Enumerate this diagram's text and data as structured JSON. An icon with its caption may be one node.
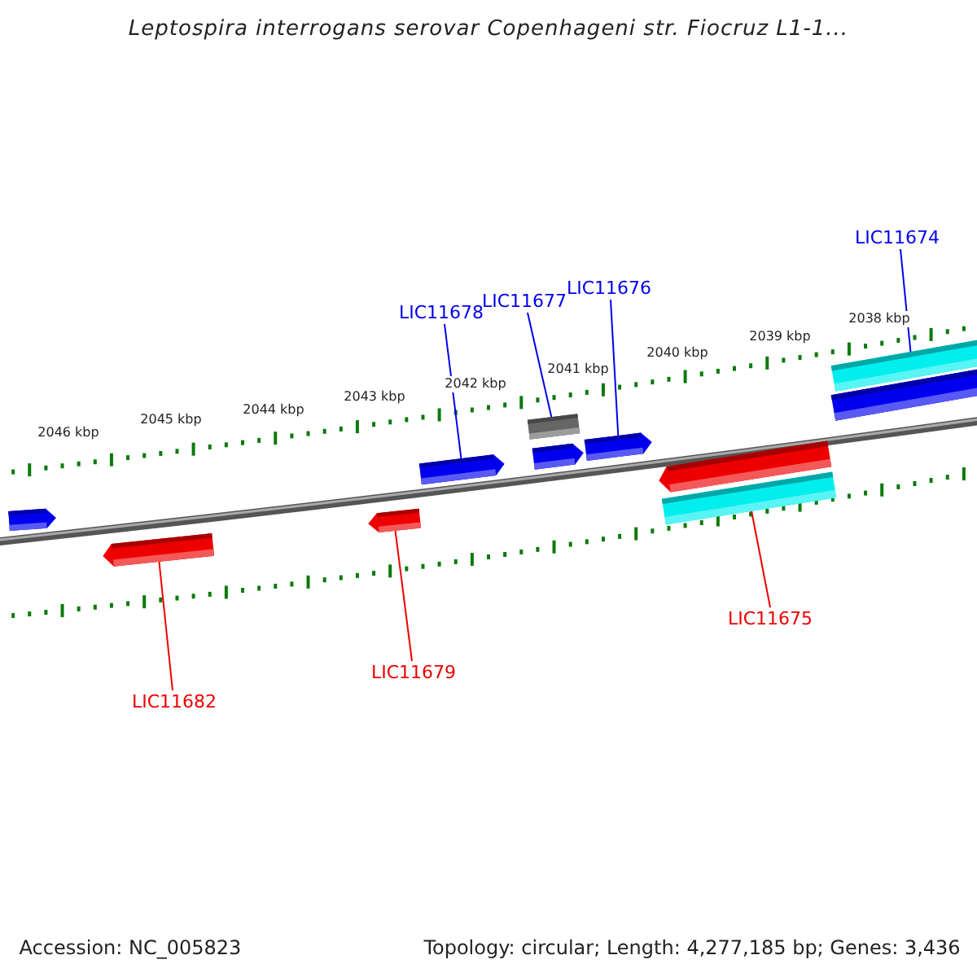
{
  "diagram": {
    "title": "Leptospira interrogans serovar Copenhageni str. Fiocruz L1-1...",
    "nodes": [
      {
        "text": [
          "LIC11674"
        ]
      },
      {
        "text": [
          "LIC11678"
        ]
      },
      {
        "text": [
          "LIC11677"
        ]
      },
      {
        "text": [
          "LIC11676"
        ]
      },
      {
        "text": [
          "LIC11675"
        ]
      },
      {
        "text": [
          "LIC11679"
        ]
      },
      {
        "text": [
          "LIC11682"
        ]
      },
      {
        "text": [],
        "shape": "arrow"
      },
      {
        "text": [],
        "shape": "arrow"
      },
      {
        "text": [],
        "shape": "arrow"
      },
      {
        "text": [],
        "shape": "arrow"
      },
      {
        "text": [],
        "shape": "bar"
      },
      {
        "text": [],
        "shape": "arrow"
      },
      {
        "text": [],
        "shape": "arrow"
      },
      {
        "text": [],
        "shape": "arrow"
      },
      {
        "text": [],
        "shape": "bar"
      },
      {
        "text": [],
        "shape": "bar"
      },
      {
        "text": [],
        "shape": "bar"
      }
    ],
    "edges": [
      {
        "from": 0,
        "to": 16,
        "arrow": "none"
      },
      {
        "from": 1,
        "to": 10,
        "arrow": "none"
      },
      {
        "from": 2,
        "to": 11,
        "arrow": "none"
      },
      {
        "from": 3,
        "to": 13,
        "arrow": "none"
      },
      {
        "from": 4,
        "to": 15,
        "arrow": "none",
        "color": "#ee0000"
      },
      {
        "from": 5,
        "to": 9,
        "arrow": "none",
        "color": "#ee0000"
      },
      {
        "from": 6,
        "to": 8,
        "arrow": "none",
        "color": "#ee0000"
      }
    ],
    "labels": [
      "2046 kbp",
      "2045 kbp",
      "2044 kbp",
      "2043 kbp",
      "2042 kbp",
      "2041 kbp",
      "2040 kbp",
      "2039 kbp",
      "2038 kbp",
      "Accession: NC_005823",
      "Topology: circular; Length: 4,277,185 bp; Genes: 3,436"
    ]
  }
}
